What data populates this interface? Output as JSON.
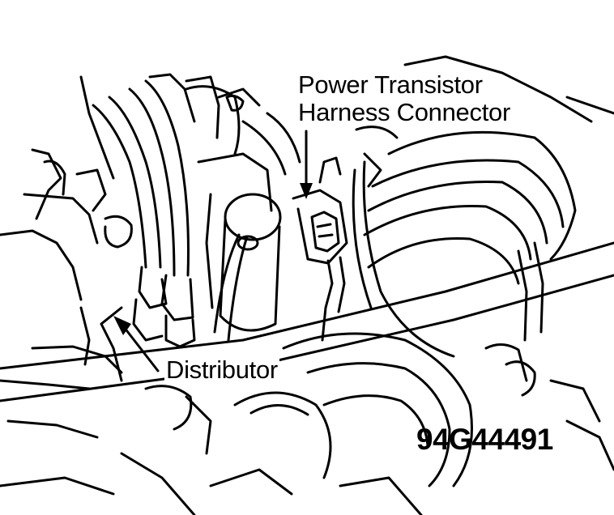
{
  "diagram": {
    "callouts": {
      "power_transistor_line1": "Power Transistor",
      "power_transistor_line2": "Harness Connector",
      "distributor": "Distributor"
    },
    "figure_id": "94G44491"
  },
  "colors": {
    "ink": "#000000",
    "paper": "#ffffff"
  }
}
